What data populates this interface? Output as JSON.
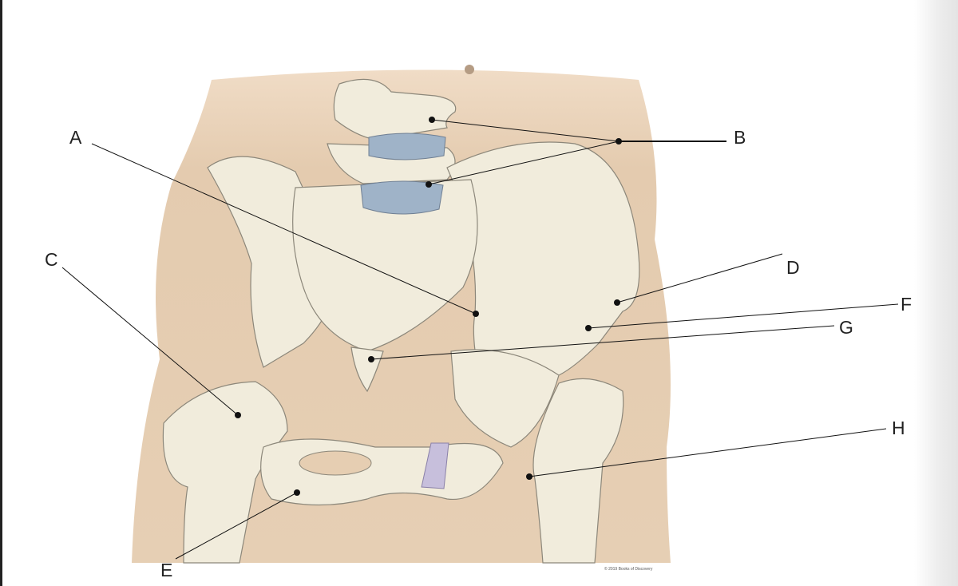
{
  "labels": [
    "A",
    "B",
    "C",
    "D",
    "E",
    "F",
    "G",
    "H"
  ],
  "copyright": "© 2019 Books of Discovery",
  "colors": {
    "skin": "#e6ceb2",
    "bone": "#f1ecdc",
    "disc": "#9fb3c8",
    "symphysis": "#c7bfdc",
    "line": "#111111"
  }
}
